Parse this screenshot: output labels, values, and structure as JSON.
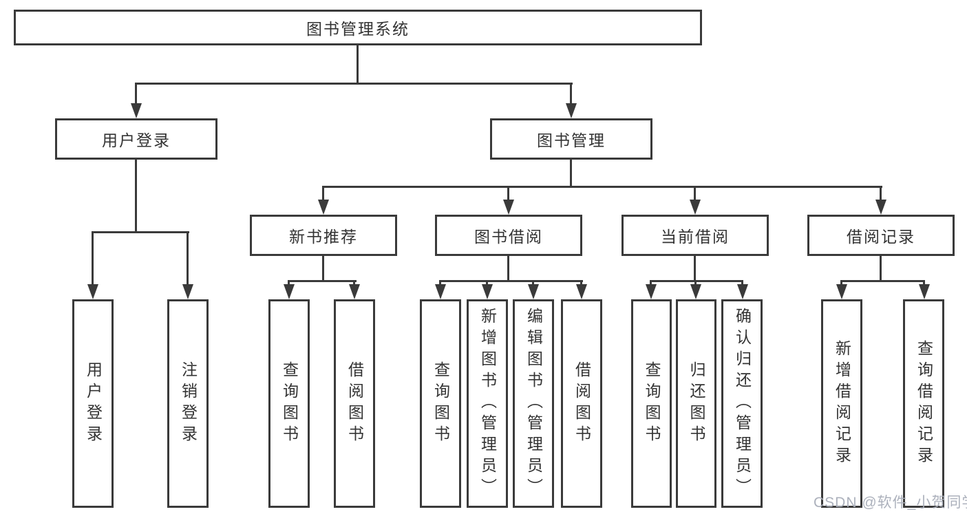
{
  "tree": {
    "root": "图书管理系统",
    "children": [
      {
        "label": "用户登录",
        "children": [
          {
            "label": "用户登录"
          },
          {
            "label": "注销登录"
          }
        ]
      },
      {
        "label": "图书管理",
        "children": [
          {
            "label": "新书推荐",
            "children": [
              {
                "label": "查询图书"
              },
              {
                "label": "借阅图书"
              }
            ]
          },
          {
            "label": "图书借阅",
            "children": [
              {
                "label": "查询图书"
              },
              {
                "label": "新增图书（管理员）"
              },
              {
                "label": "编辑图书（管理员）"
              },
              {
                "label": "借阅图书"
              }
            ]
          },
          {
            "label": "当前借阅",
            "children": [
              {
                "label": "查询图书"
              },
              {
                "label": "归还图书"
              },
              {
                "label": "确认归还（管理员）"
              }
            ]
          },
          {
            "label": "借阅记录",
            "children": [
              {
                "label": "新增借阅记录"
              },
              {
                "label": "查询借阅记录"
              }
            ]
          }
        ]
      }
    ]
  },
  "watermark": {
    "text": "CSDN @软件_小贺同学"
  },
  "colors": {
    "line": "#3a3a3a",
    "text": "#333333",
    "background": "#ffffff",
    "watermark": "#a8adb8"
  }
}
